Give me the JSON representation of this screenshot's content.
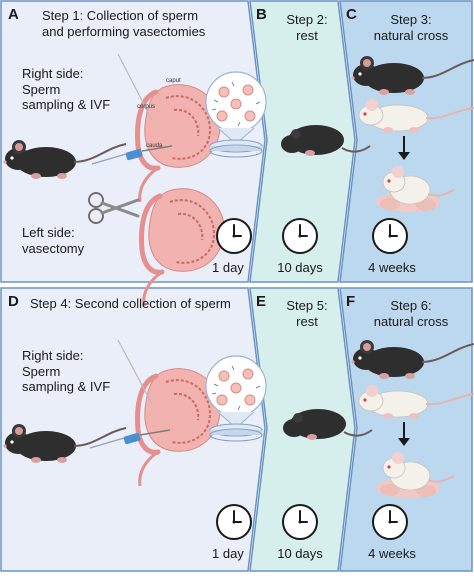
{
  "colors": {
    "panel_ad": "#e9eef8",
    "panel_be": "#d6efed",
    "panel_cf": "#bcd8ee",
    "panel_border": "#6b93c3",
    "mouse_black": "#2e2e2e",
    "mouse_white": "#f4f0ea",
    "pup_pink": "#f1c9c4",
    "testis": "#f2b3b0",
    "clock_face": "#ffffff"
  },
  "top_row": {
    "panel_a": {
      "letter": "A",
      "title_line1": "Step 1: Collection of sperm",
      "title_line2": "and performing vasectomies",
      "right_side_line1": "Right side:",
      "right_side_line2": "Sperm",
      "right_side_line3": "sampling & IVF",
      "left_side_line1": "Left side:",
      "left_side_line2": "vasectomy",
      "anatomy_caput": "caput",
      "anatomy_corpus": "corpus",
      "anatomy_cauda": "cauda",
      "duration": "1 day"
    },
    "panel_b": {
      "letter": "B",
      "title_line1": "Step 2:",
      "title_line2": "rest",
      "duration": "10 days"
    },
    "panel_c": {
      "letter": "C",
      "title_line1": "Step 3:",
      "title_line2": "natural cross",
      "duration": "4 weeks"
    }
  },
  "bottom_row": {
    "panel_d": {
      "letter": "D",
      "title": "Step 4: Second collection of sperm",
      "right_side_line1": "Right side:",
      "right_side_line2": "Sperm",
      "right_side_line3": "sampling & IVF",
      "duration": "1 day"
    },
    "panel_e": {
      "letter": "E",
      "title_line1": "Step 5:",
      "title_line2": "rest",
      "duration": "10 days"
    },
    "panel_f": {
      "letter": "F",
      "title_line1": "Step 6:",
      "title_line2": "natural cross",
      "duration": "4 weeks"
    }
  },
  "icons": [
    "clock-icon",
    "black-mouse",
    "white-mouse",
    "sleeping-mouse",
    "mouse-pups",
    "scissors-icon",
    "needle-syringe",
    "testis-epididymis",
    "sperm-magnified-view",
    "petri-dish",
    "down-arrow-icon"
  ]
}
